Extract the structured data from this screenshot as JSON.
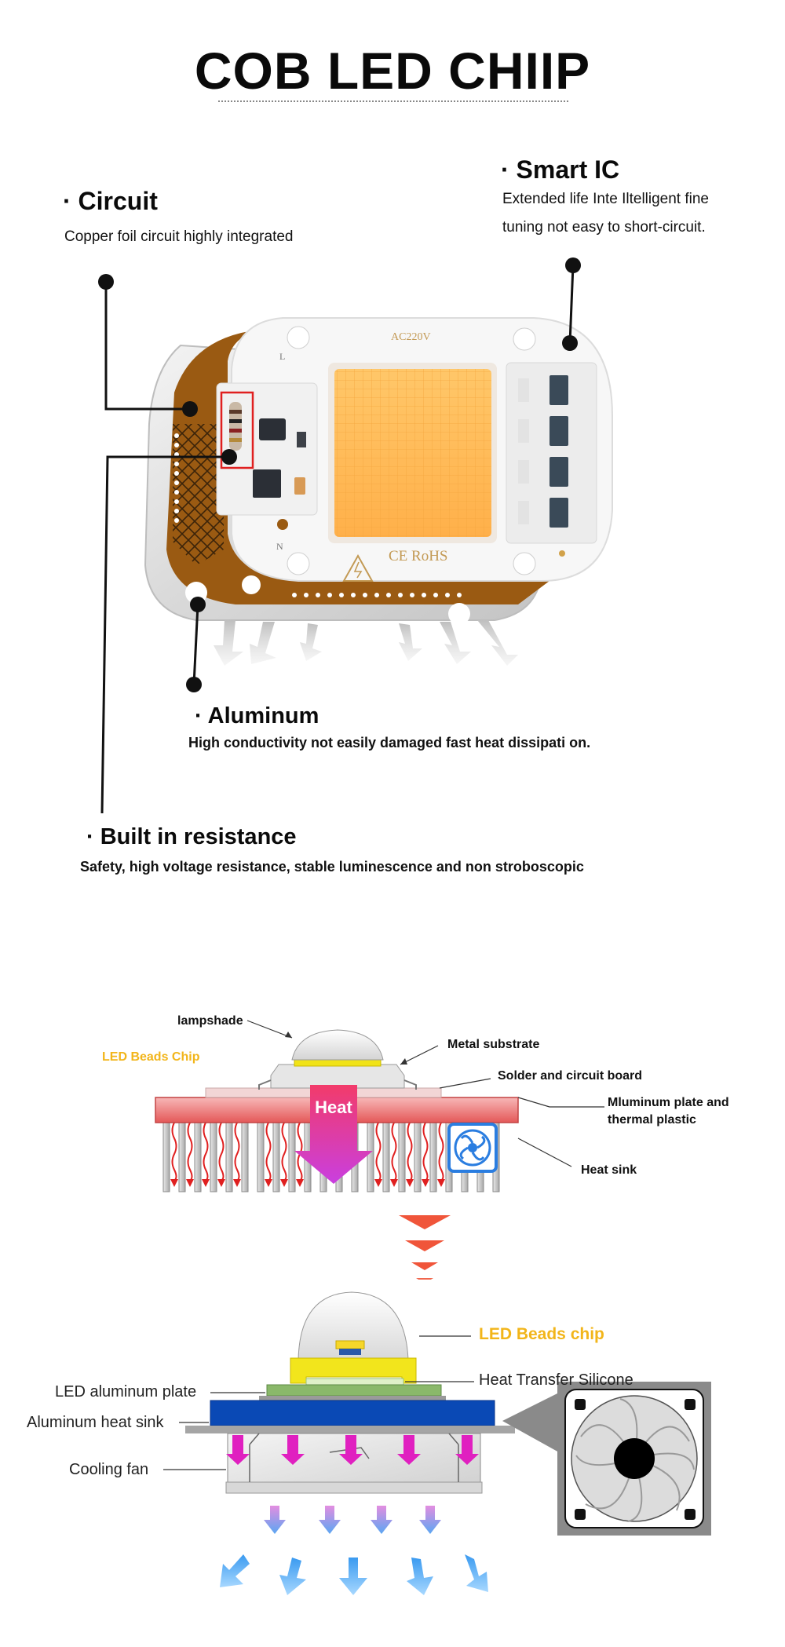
{
  "title": "COB LED CHIIP",
  "features": {
    "circuit": {
      "bullet": "·",
      "title": "Circuit",
      "desc": "Copper foil circuit  highly integrated"
    },
    "smart_ic": {
      "bullet": "·",
      "title": "Smart IC",
      "desc_line1": "Extended life Inte  Iltelligent fine",
      "desc_line2": "tuning  not easy to short-circuit."
    },
    "aluminum": {
      "bullet": "·",
      "title": "Aluminum",
      "desc": "High conductivity not easily  damaged fast heat dissipati  on."
    },
    "resistance": {
      "bullet": "·",
      "title": "Built in resistance",
      "desc": "Safety, high voltage resistance, stable luminescence and non stroboscopic"
    }
  },
  "chip_markings": {
    "voltage": "AC220V",
    "cert": "CE  RoHS",
    "pin_l": "L",
    "pin_n": "N"
  },
  "diagram1": {
    "lampshade": "lampshade",
    "led_beads_chip": "LED Beads Chip",
    "metal_substrate": "Metal substrate",
    "solder": "Solder and circuit board",
    "aluminum_plate_line1": "Mluminum plate and",
    "aluminum_plate_line2": "thermal plastic",
    "heat": "Heat",
    "heat_sink": "Heat sink"
  },
  "diagram2": {
    "led_beads_chip": "LED Beads chip",
    "heat_transfer": "Heat Transfer Silicone",
    "led_aluminum_plate": "LED aluminum plate",
    "aluminum_heat_sink": "Aluminum heat sink",
    "cooling_fan": "Cooling fan"
  },
  "colors": {
    "copper": "#9a5a12",
    "led": "#ffb84a",
    "heat_arrow": "#e0309a",
    "red_arrow": "#e02020",
    "blue_sink": "#0a49b5",
    "yellow_chip": "#f2b51a",
    "fan_blue": "#2a7de0"
  }
}
